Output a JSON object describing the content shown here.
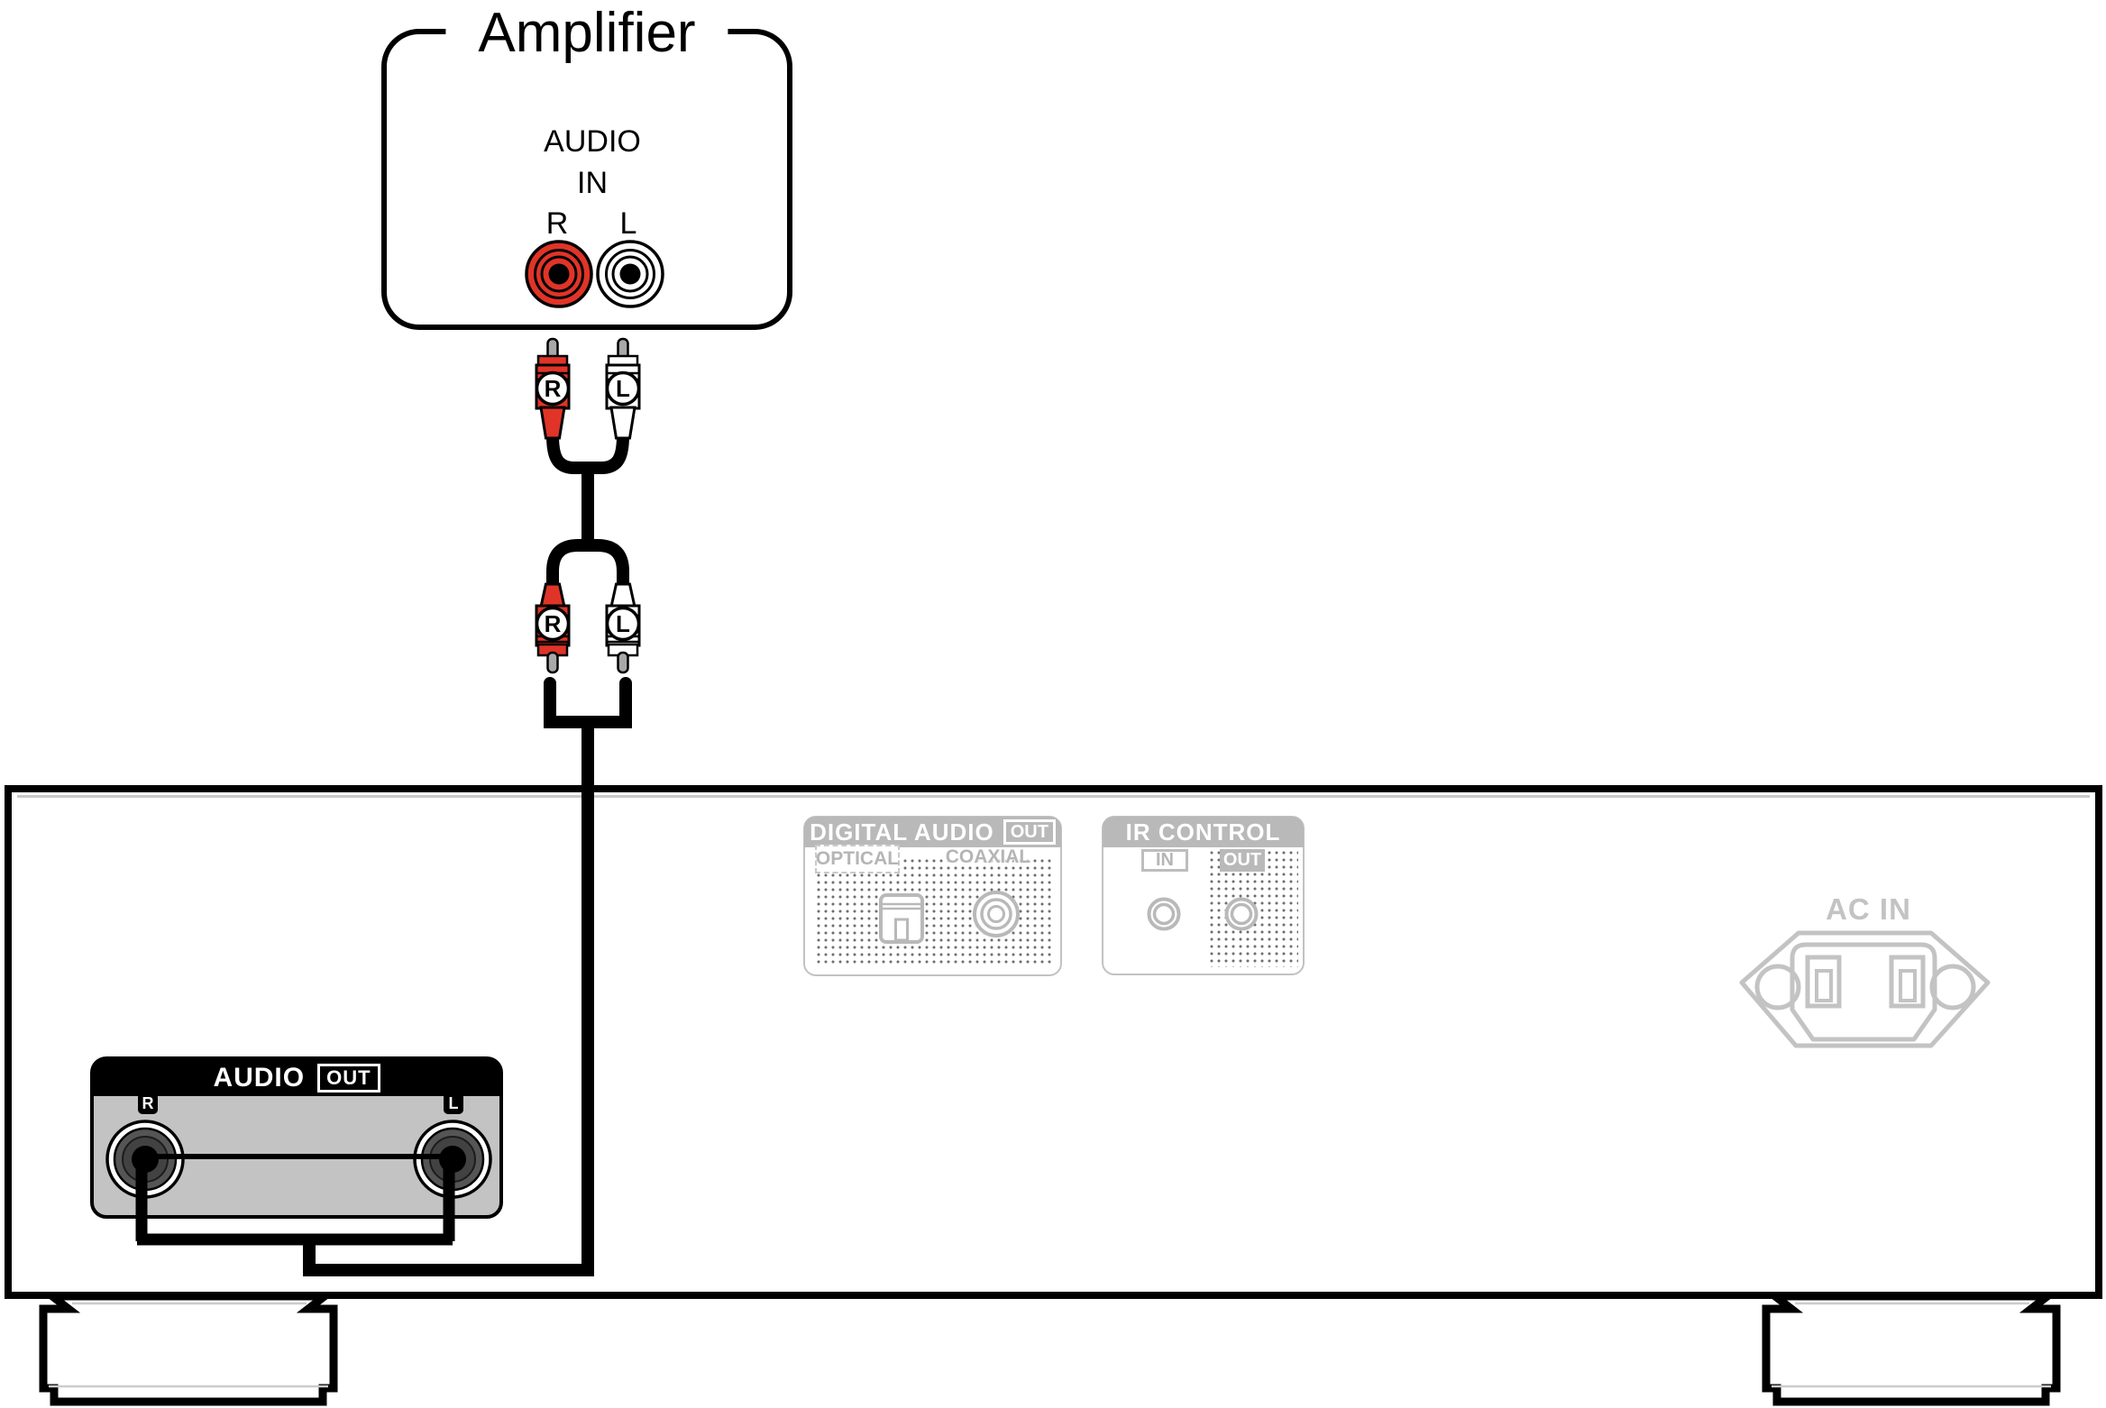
{
  "amplifier": {
    "title": "Amplifier",
    "audio": "AUDIO",
    "in": "IN",
    "r": "R",
    "l": "L"
  },
  "cable": {
    "upper": {
      "r": "R",
      "l": "L"
    },
    "lower": {
      "r": "R",
      "l": "L"
    }
  },
  "rear_panel": {
    "audio_out": {
      "title": "AUDIO",
      "badge": "OUT",
      "r": "R",
      "l": "L"
    },
    "digital_audio": {
      "title": "DIGITAL AUDIO",
      "badge": "OUT",
      "optical": "OPTICAL",
      "coaxial": "COAXIAL"
    },
    "ir_control": {
      "title": "IR CONTROL",
      "in": "IN",
      "out": "OUT"
    },
    "ac_in": {
      "title": "AC IN"
    }
  },
  "colors": {
    "plug_red": "#e03428",
    "plug_white": "#ffffff",
    "pin_gray": "#a8a8a8",
    "block_gray": "#c3c3c3",
    "muted_gray": "#b9b9b9",
    "dot_gray": "#6f6f6f",
    "cable_black": "#000000"
  }
}
